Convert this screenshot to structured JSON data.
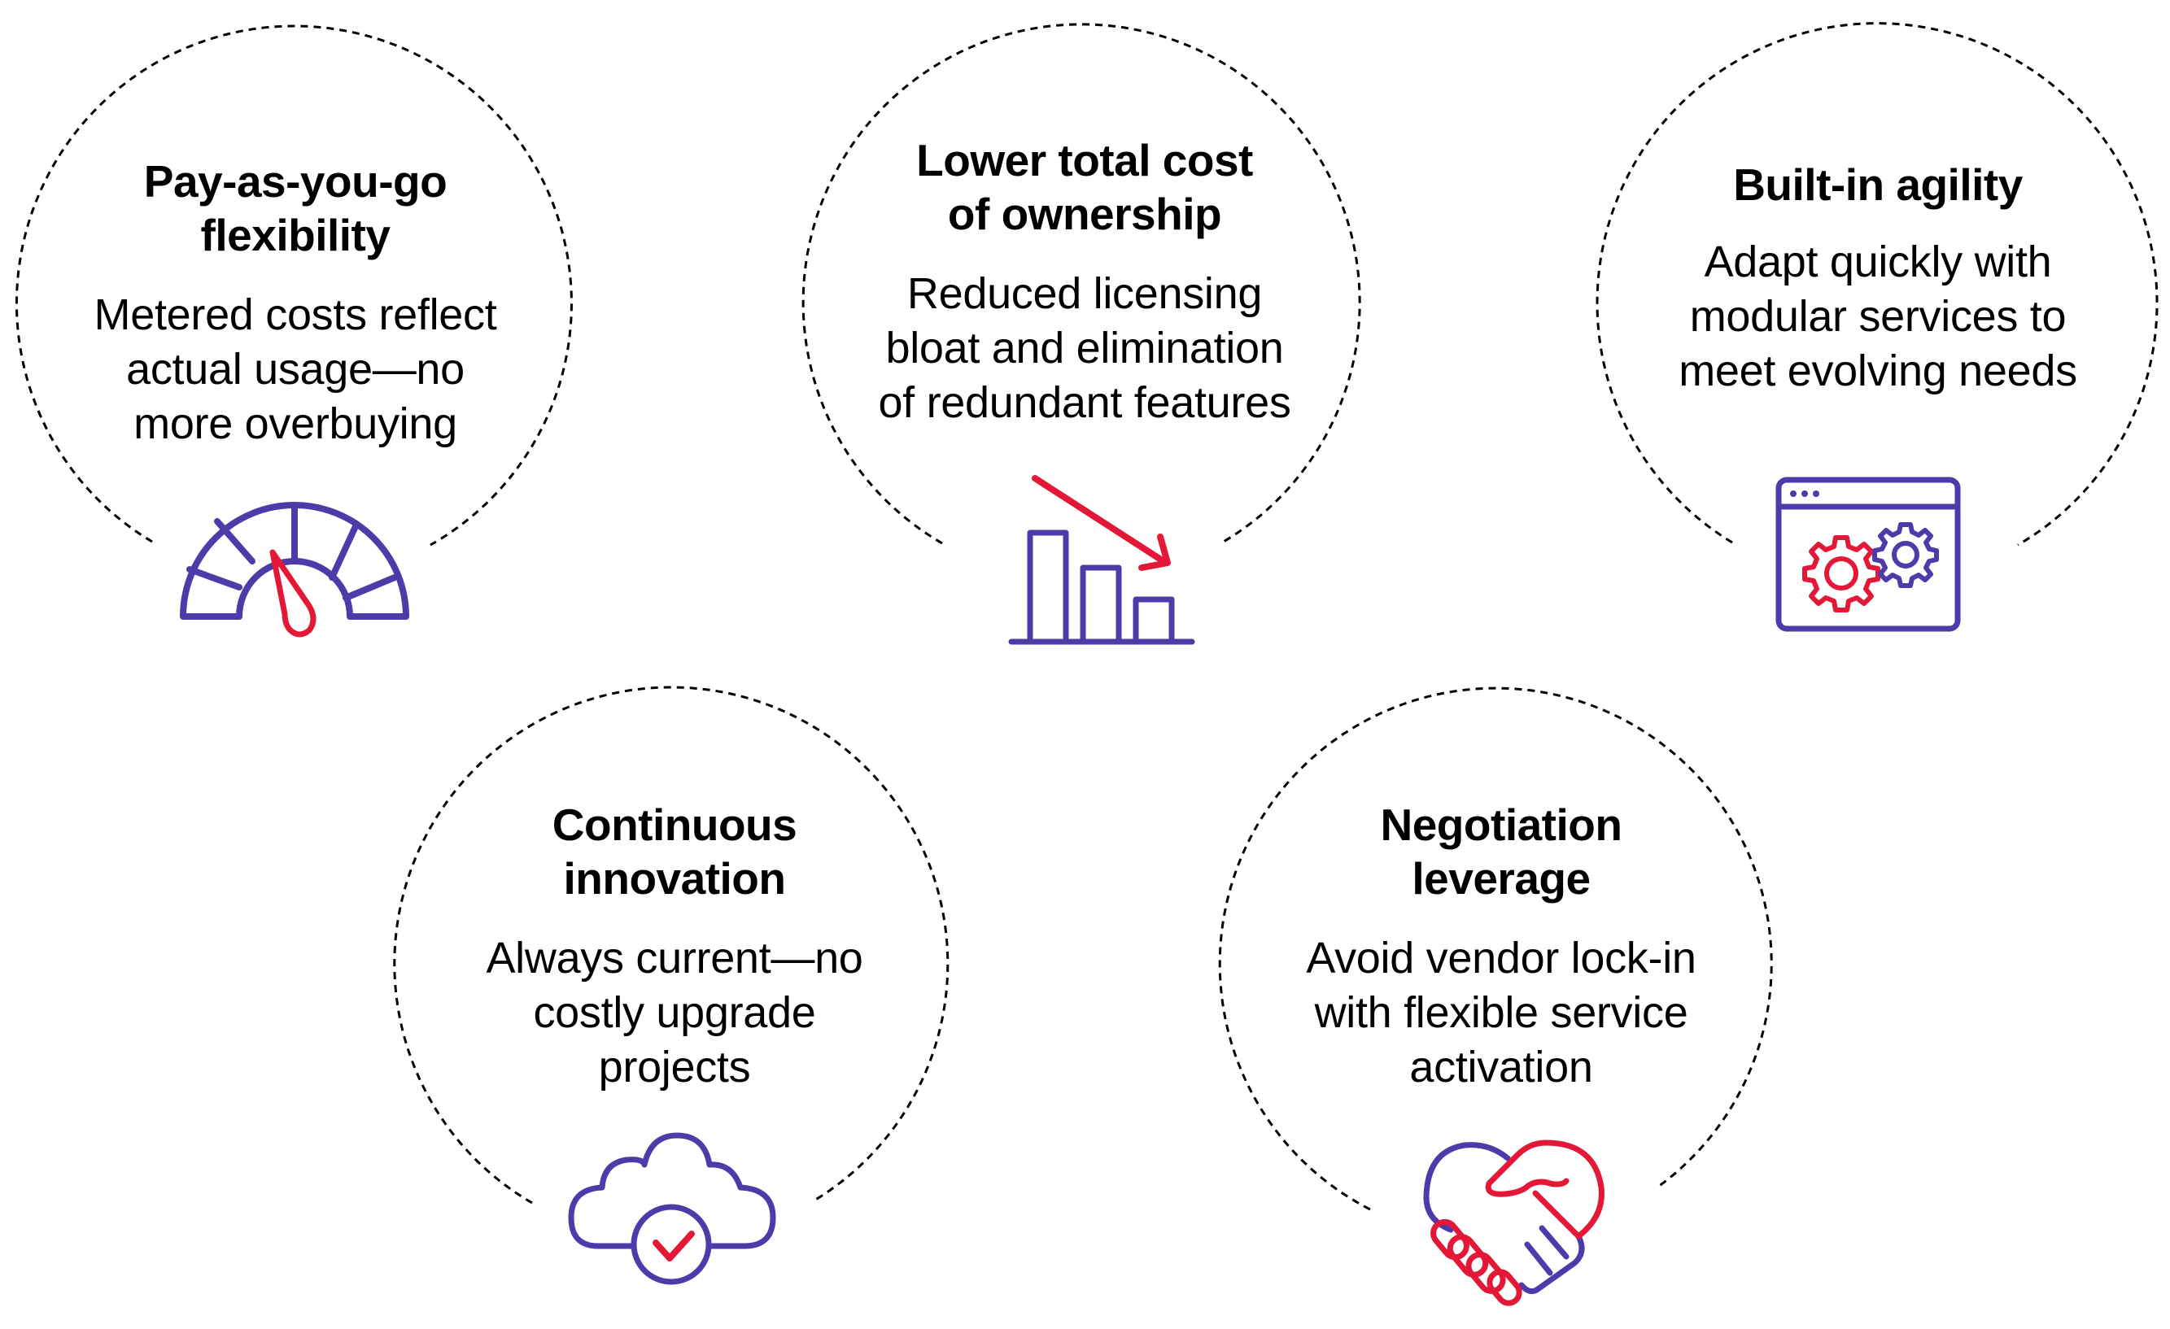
{
  "colors": {
    "accent_purple": "#4F3AAA",
    "accent_red": "#E31837",
    "text": "#000000",
    "dash": "#000000"
  },
  "benefits": [
    {
      "title_lines": [
        "Pay-as-you-go",
        "flexibility"
      ],
      "body_lines": [
        "Metered costs reflect",
        "actual usage—no",
        "more overbuying"
      ],
      "icon": "speedometer-gauge-icon"
    },
    {
      "title_lines": [
        "Lower total cost",
        "of ownership"
      ],
      "body_lines": [
        "Reduced licensing",
        "bloat and elimination",
        "of redundant features"
      ],
      "icon": "declining-bar-chart-icon"
    },
    {
      "title_lines": [
        "Built-in agility"
      ],
      "body_lines": [
        "Adapt quickly with",
        "modular services to",
        "meet evolving needs"
      ],
      "icon": "browser-window-gears-icon"
    },
    {
      "title_lines": [
        "Continuous",
        "innovation"
      ],
      "body_lines": [
        "Always current—no",
        "costly upgrade",
        "projects"
      ],
      "icon": "cloud-checkmark-icon"
    },
    {
      "title_lines": [
        "Negotiation",
        "leverage"
      ],
      "body_lines": [
        "Avoid vendor lock-in",
        "with flexible service",
        "activation"
      ],
      "icon": "heart-handshake-icon"
    }
  ]
}
